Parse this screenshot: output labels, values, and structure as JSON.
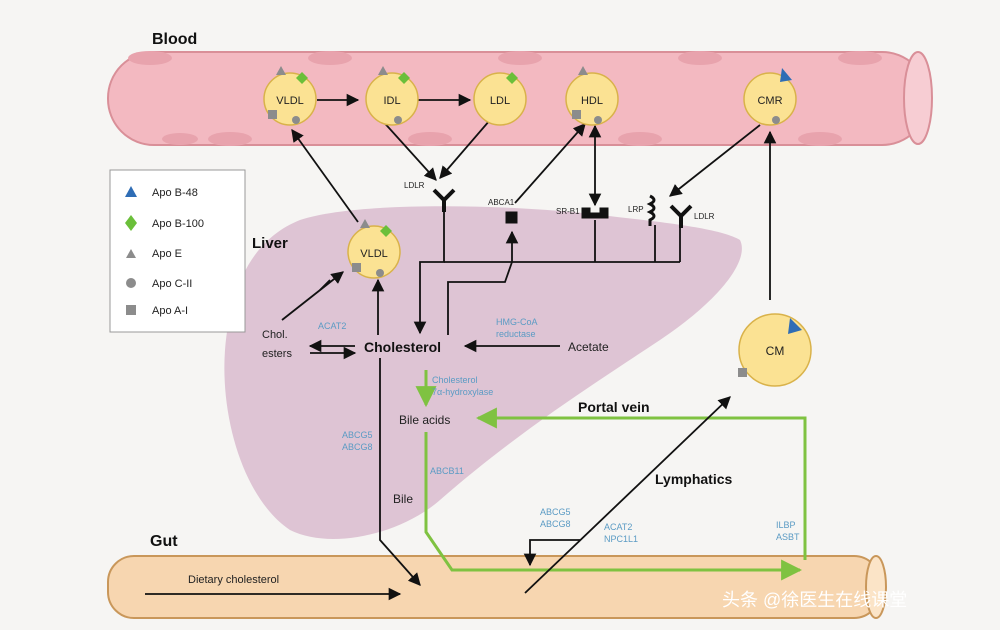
{
  "regions": {
    "blood": "Blood",
    "liver": "Liver",
    "gut": "Gut"
  },
  "particles": {
    "vldl_blood": "VLDL",
    "idl": "IDL",
    "ldl": "LDL",
    "hdl": "HDL",
    "cmr": "CMR",
    "vldl_liver": "VLDL",
    "cm": "CM"
  },
  "receptors": {
    "ldlr_left": "LDLR",
    "abca1": "ABCA1",
    "srb1": "SR-B1",
    "lrp": "LRP",
    "ldlr_right": "LDLR"
  },
  "molecules": {
    "cholesterol": "Cholesterol",
    "chol_esters_line1": "Chol.",
    "chol_esters_line2": "esters",
    "acetate": "Acetate",
    "bile_acids": "Bile acids",
    "bile": "Bile",
    "dietary_cholesterol": "Dietary cholesterol"
  },
  "enzymes": {
    "acat2_liver": "ACAT2",
    "hmgcoa_line1": "HMG-CoA",
    "hmgcoa_line2": "reductase",
    "cyp_line1": "Cholesterol",
    "cyp_line2": "7α-hydroxylase",
    "abcg5_liver_line1": "ABCG5",
    "abcg5_liver_line2": "ABCG8",
    "abcb11": "ABCB11",
    "abcg5_gut_line1": "ABCG5",
    "abcg5_gut_line2": "ABCG8",
    "acat2_gut_line1": "ACAT2",
    "acat2_gut_line2": "NPC1L1",
    "ilbp_line1": "ILBP",
    "ilbp_line2": "ASBT"
  },
  "pathways": {
    "portal_vein": "Portal vein",
    "lymphatics": "Lymphatics"
  },
  "legend": {
    "items": [
      {
        "label": "Apo B-48",
        "icon": "triangle",
        "color": "#2f6db5"
      },
      {
        "label": "Apo B-100",
        "icon": "diamond",
        "color": "#6bbf3a"
      },
      {
        "label": "Apo E",
        "icon": "triangle",
        "color": "#8c8c8c"
      },
      {
        "label": "Apo C-II",
        "icon": "circle",
        "color": "#8c8c8c"
      },
      {
        "label": "Apo A-I",
        "icon": "square",
        "color": "#8c8c8c"
      }
    ]
  },
  "watermark": "头条 @徐医生在线课堂",
  "colors": {
    "vessel": "#f3b9c1",
    "vessel_border": "#d98f98",
    "liver": "#dcbfd0",
    "gut": "#f7d6b0",
    "particle": "#fbe293",
    "green_path": "#7fc241",
    "apo_b48": "#2f6db5",
    "apo_b100": "#6bbf3a",
    "apo_grey": "#8c8c8c"
  }
}
